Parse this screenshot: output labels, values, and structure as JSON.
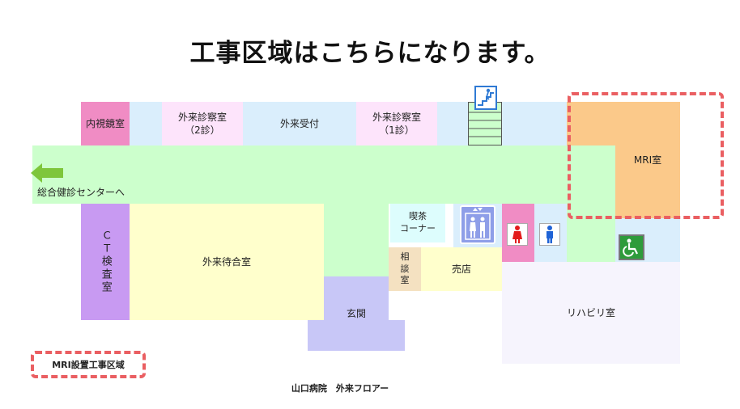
{
  "title": "工事区域はこちらになります。",
  "rooms": {
    "naishikyo": "内視鏡室",
    "shinsatsu2": "外来診察室\n（2診）",
    "uketsuke": "外来受付",
    "shinsatsu1": "外来診察室\n（1診）",
    "mri": "MRI室",
    "kenshin_center": "総合健診センターへ",
    "ct": "ＣＴ検査室",
    "machiai": "外来待合室",
    "kissa": "喫茶\nコーナー",
    "soudan": "相\n談\n室",
    "baiten": "売店",
    "genkan": "玄関",
    "rehab": "リハビリ室"
  },
  "legend": {
    "label": "MRI設置工事区域"
  },
  "footer": {
    "text": "山口病院　外来フロアー"
  },
  "colors": {
    "corridor": "#ccffcc",
    "light_blue": "#daeefc",
    "pink_light": "#fde4fb",
    "pink_naishikyo": "#f08cc4",
    "mri_orange": "#fbc98a",
    "ct_purple": "#c89af2",
    "waiting_yellow": "#ffffcc",
    "entrance_lavender": "#c8c7f7",
    "rehab": "#f6f4fd",
    "kissa_cyan": "#ddfdfd",
    "soudan_tan": "#f4e1c1",
    "dashed_red": "#ea5f62"
  },
  "icons": [
    "arrow-left-icon",
    "stairs-icon",
    "elevator-icon",
    "female-restroom-icon",
    "male-restroom-icon",
    "wheelchair-icon"
  ]
}
